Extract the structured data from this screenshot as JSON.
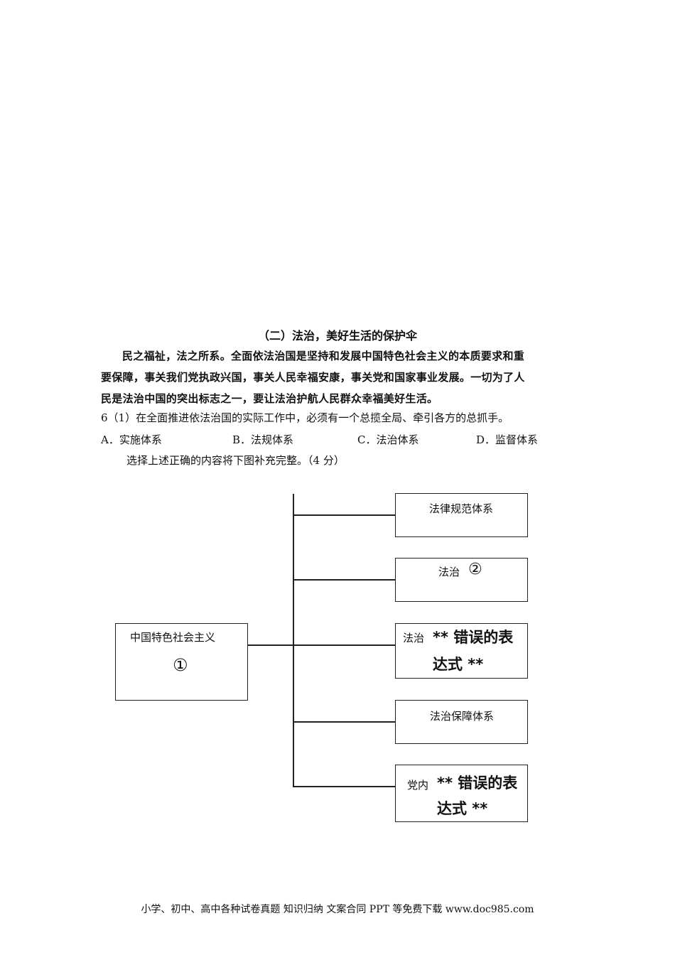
{
  "section_title": "（二）法治，美好生活的保护伞",
  "intro_lines": [
    "民之福祉，法之所系。全面依法治国是坚持和发展中国特色社会主义的本质要求和重",
    "要保障，事关我们党执政兴国，事关人民幸福安康，事关党和国家事业发展。一切为了人",
    "民是法治中国的突出标志之一，要让法治护航人民群众幸福美好生活。"
  ],
  "question": "6（1）在全面推进依法治国的实际工作中，必须有一个总揽全局、牵引各方的总抓手。",
  "options": [
    "A．实施体系",
    "B．法规体系",
    "C．法治体系",
    "D．监督体系"
  ],
  "instruction": "选择上述正确的内容将下图补充完整。（4 分）",
  "diagram": {
    "root_label": "中国特色社会主义",
    "root_marker": "①",
    "branch1": "法律规范体系",
    "branch2_prefix": "法治",
    "branch2_marker": "②",
    "branch3_prefix": "法治",
    "branch3_error_a": "** 错误的表",
    "branch3_error_b": "达式 **",
    "branch4": "法治保障体系",
    "branch5_prefix": "党内",
    "branch5_error_a": "** 错误的表",
    "branch5_error_b": "达式 **"
  },
  "footer": "小学、初中、高中各种试卷真题  知识归纳  文案合同  PPT 等免费下载     www.doc985.com"
}
